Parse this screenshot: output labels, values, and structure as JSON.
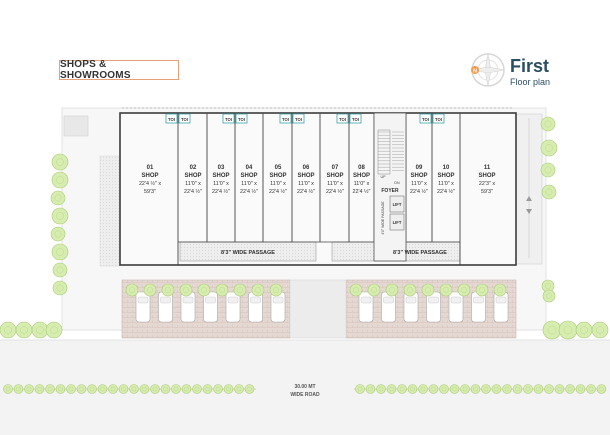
{
  "badge": "SHOPS & SHOWROOMS",
  "title": {
    "main": "First",
    "sub": "Floor plan",
    "compass_letter": "N"
  },
  "toilet_label": "TOI",
  "shops": [
    {
      "number": "01",
      "label": "SHOP",
      "dim1": "22'4 ½\" x",
      "dim2": "59'3\""
    },
    {
      "number": "02",
      "label": "SHOP",
      "dim1": "11'0\" x",
      "dim2": "22'4 ½\""
    },
    {
      "number": "03",
      "label": "SHOP",
      "dim1": "11'0\" x",
      "dim2": "22'4 ½\""
    },
    {
      "number": "04",
      "label": "SHOP",
      "dim1": "11'0\" x",
      "dim2": "22'4 ½\""
    },
    {
      "number": "05",
      "label": "SHOP",
      "dim1": "11'0\" x",
      "dim2": "22'4 ½\""
    },
    {
      "number": "06",
      "label": "SHOP",
      "dim1": "11'0\" x",
      "dim2": "22'4 ½\""
    },
    {
      "number": "07",
      "label": "SHOP",
      "dim1": "11'0\" x",
      "dim2": "22'4 ½\""
    },
    {
      "number": "08",
      "label": "SHOP",
      "dim1": "11'0\" x",
      "dim2": "22'4 ½\""
    },
    {
      "number": "09",
      "label": "SHOP",
      "dim1": "11'0\" x",
      "dim2": "22'4 ½\""
    },
    {
      "number": "10",
      "label": "SHOP",
      "dim1": "11'0\" x",
      "dim2": "22'4 ½\""
    },
    {
      "number": "11",
      "label": "SHOP",
      "dim1": "22'3\" x",
      "dim2": "59'3\""
    }
  ],
  "passages": [
    "8'3\" WIDE PASSAGE",
    "8'3\" WIDE PASSAGE"
  ],
  "core": {
    "foyer": "FOYER",
    "lift": "LIFT",
    "up": "UP",
    "dn": "DN",
    "side_passage": "4'0\" WIDE PASSAGE"
  },
  "road": [
    "30.00 MT",
    "WIDE ROAD"
  ]
}
